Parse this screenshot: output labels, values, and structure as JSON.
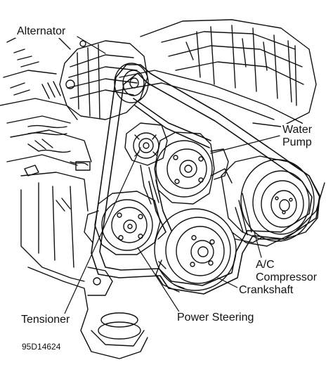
{
  "labels": {
    "alternator": "Alternator",
    "water_pump_line1": "Water",
    "water_pump_line2": "Pump",
    "ac_line1": "A/C",
    "ac_line2": "Compressor",
    "crankshaft": "Crankshaft",
    "tensioner": "Tensioner",
    "power_steering": "Power Steering"
  },
  "figure_code": "95D14624",
  "colors": {
    "ink": "#111111",
    "paper": "#ffffff"
  }
}
